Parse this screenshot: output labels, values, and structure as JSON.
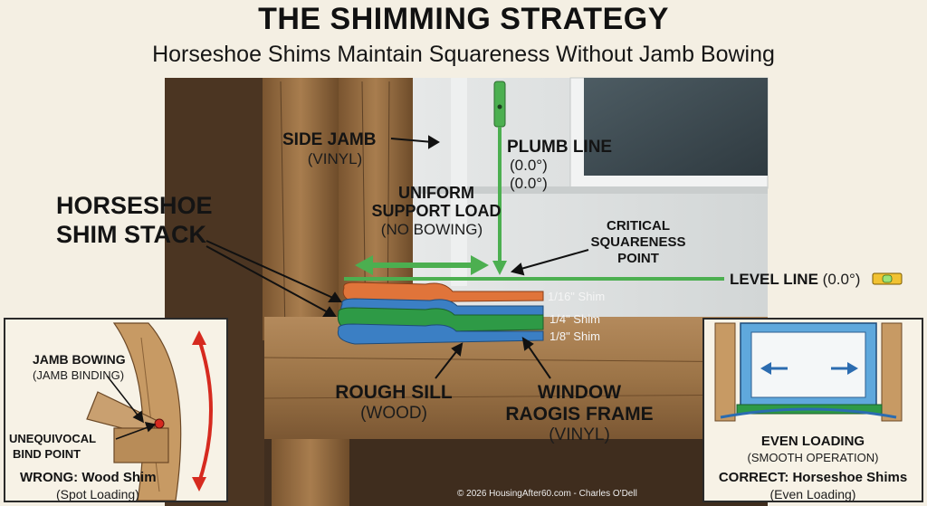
{
  "title": "THE SHIMMING STRATEGY",
  "subtitle": "Horseshoe Shims Maintain Squareness Without Jamb Bowing",
  "labels": {
    "side_jamb": "SIDE JAMB",
    "side_jamb_sub": "(VINYL)",
    "plumb_line": "PLUMB LINE",
    "plumb_val1": "(0.0°)",
    "plumb_val2": "(0.0°)",
    "uniform_1": "UNIFORM",
    "uniform_2": "SUPPORT LOAD",
    "uniform_sub": "(NO BOWING)",
    "critical_1": "CRITICAL",
    "critical_2": "SQUARENESS",
    "critical_3": "POINT",
    "horseshoe_1": "HORSESHOE",
    "horseshoe_2": "SHIM STACK",
    "level_line": "LEVEL LINE",
    "level_val": "(0.0°)",
    "shim_1": "1/16\" Shim",
    "shim_2": "1/4\" Shim",
    "shim_3": "1/8\" Shim",
    "rough_sill": "ROUGH SILL",
    "rough_sill_sub": "(WOOD)",
    "window_1": "WINDOW",
    "window_2": "RAOGIS FRAME",
    "window_sub": "(VINYL)",
    "copyright": "© 2026 HousingAfter60.com - Charles O'Dell"
  },
  "left_inset": {
    "jamb_bowing": "JAMB BOWING",
    "jamb_binding": "(JAMB BINDING)",
    "bind_1": "UNEQUIVOCAL",
    "bind_2": "BIND POINT",
    "wrong": "WRONG: Wood Shim",
    "wrong_sub": "(Spot Loading)"
  },
  "right_inset": {
    "even": "EVEN LOADING",
    "even_sub": "(SMOOTH OPERATION)",
    "correct": "CORRECT: Horseshoe Shims",
    "correct_sub": "(Even Loading)"
  },
  "colors": {
    "shim_orange": "#e0743a",
    "shim_green": "#2e9a46",
    "shim_blue": "#3b7fc4",
    "line_green": "#4caf50",
    "bow_red": "#d62a1f",
    "wood": "#b98c5a"
  }
}
